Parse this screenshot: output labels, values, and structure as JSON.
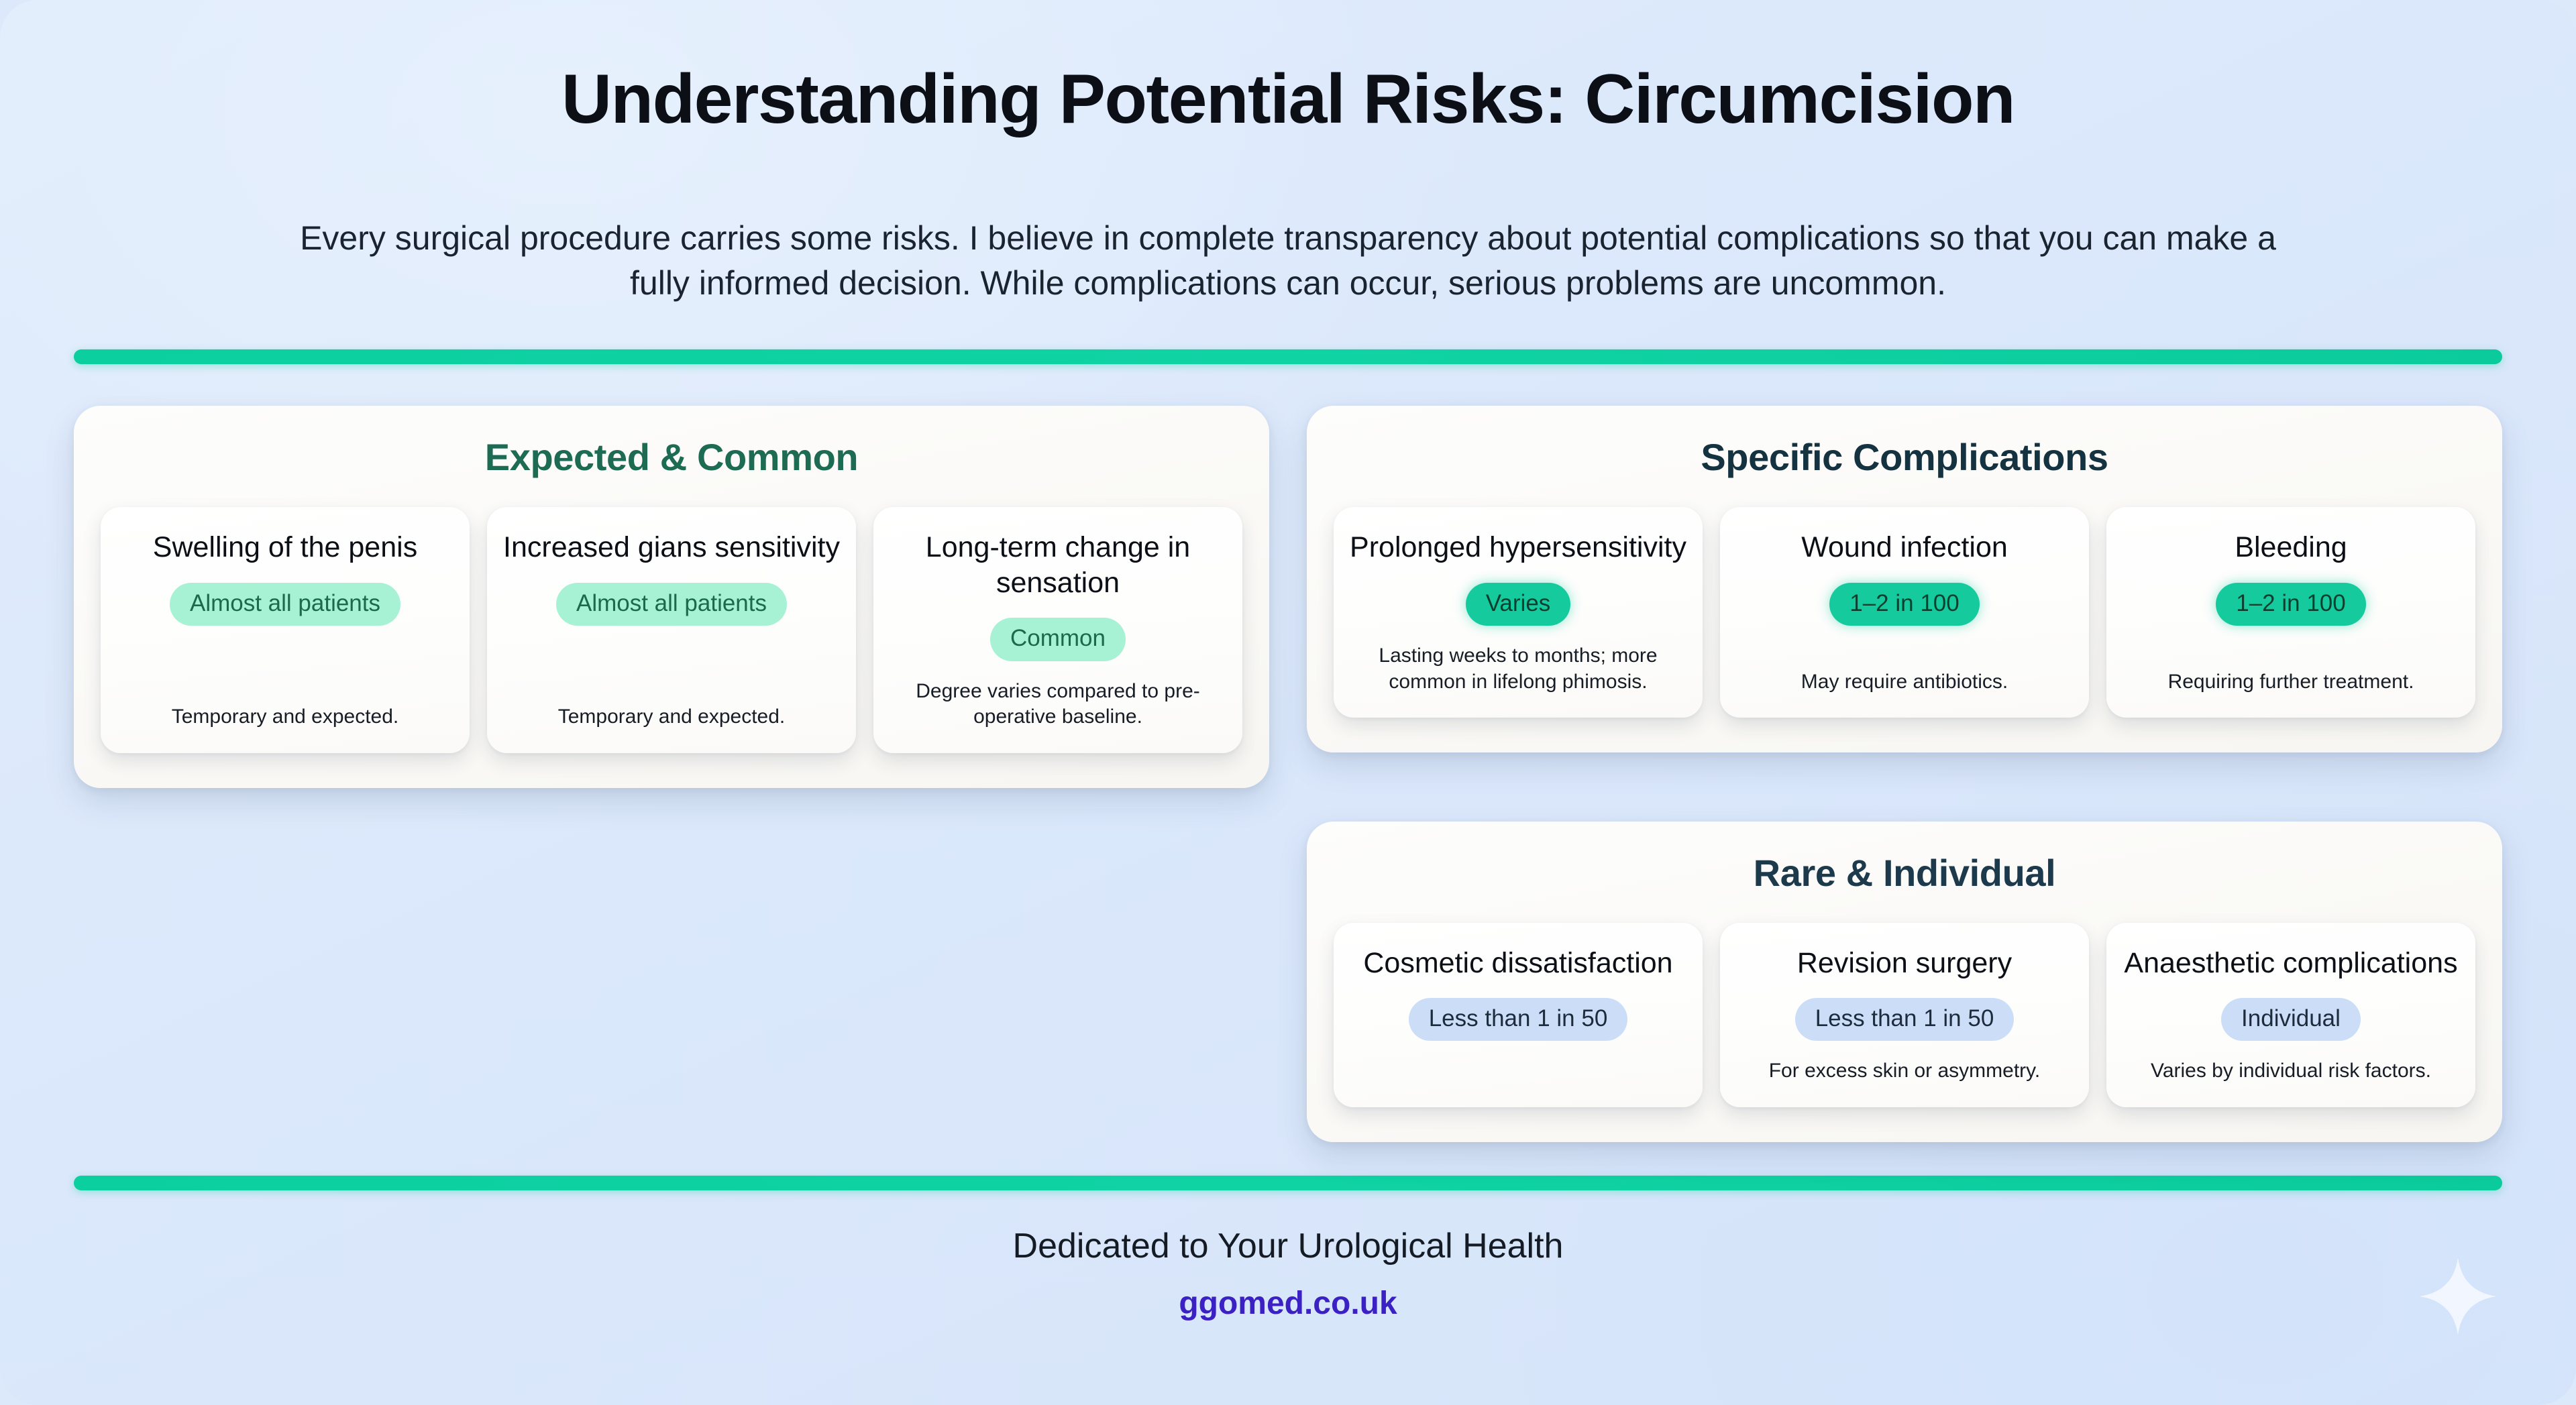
{
  "header": {
    "title": "Understanding Potential Risks: Circumcision",
    "intro": "Every surgical procedure carries some risks. I believe in complete transparency about potential complications so that you can make a fully informed decision. While complications can occur, serious problems are uncommon."
  },
  "colors": {
    "background": "#dce9fb",
    "divider": "#0ccfa0",
    "panel_surface": "#fbfaf7",
    "title_expected": "#1d6b52",
    "title_specific": "#143240",
    "title_rare": "#1d3a4d",
    "badge_mint_bg": "#a7f2d4",
    "badge_mint_text": "#1a6a4b",
    "badge_teal_bg": "#15cb9d",
    "badge_teal_text": "#0b3f30",
    "badge_blue_bg": "#ccdef7",
    "badge_blue_text": "#1d2b3d",
    "footer_url": "#3b21c4"
  },
  "panels": [
    {
      "id": "expected-common",
      "title": "Expected & Common",
      "cards": [
        {
          "title": "Swelling of the penis",
          "badge": "Almost all patients",
          "note": "Temporary and expected."
        },
        {
          "title": "Increased gians sensitivity",
          "badge": "Almost all patients",
          "note": "Temporary and expected."
        },
        {
          "title": "Long-term change in sensation",
          "badge": "Common",
          "note": "Degree varies compared to pre-operative baseline."
        }
      ]
    },
    {
      "id": "specific-complications",
      "title": "Specific Complications",
      "cards": [
        {
          "title": "Prolonged hypersensitivity",
          "badge": "Varies",
          "note": "Lasting weeks to months; more common in lifelong phimosis."
        },
        {
          "title": "Wound infection",
          "badge": "1–2 in 100",
          "note": "May require antibiotics."
        },
        {
          "title": "Bleeding",
          "badge": "1–2 in 100",
          "note": "Requiring further treatment."
        }
      ]
    },
    {
      "id": "rare-individual",
      "title": "Rare & Individual",
      "cards": [
        {
          "title": "Cosmetic dissatisfaction",
          "badge": "Less than 1 in 50",
          "note": ""
        },
        {
          "title": "Revision surgery",
          "badge": "Less than 1 in 50",
          "note": "For excess skin or asymmetry."
        },
        {
          "title": "Anaesthetic complications",
          "badge": "Individual",
          "note": "Varies by individual risk factors."
        }
      ]
    }
  ],
  "footer": {
    "tagline": "Dedicated to Your Urological Health",
    "url": "ggomed.co.uk"
  },
  "decorations": {
    "sparkle_icon": "sparkle-icon"
  }
}
